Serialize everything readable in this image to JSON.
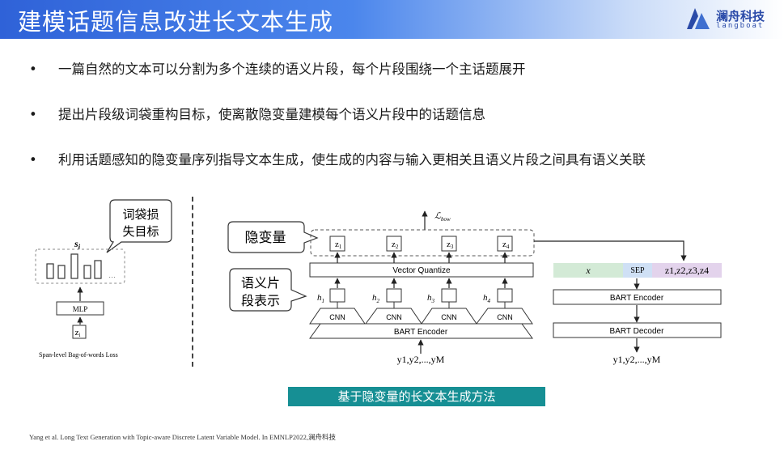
{
  "header": {
    "title": "建模话题信息改进长文本生成",
    "logo_name": "澜舟科技",
    "logo_sub": "langboat"
  },
  "bullets": [
    {
      "marker": "•",
      "text": "一篇自然的文本可以分割为多个连续的语义片段，每个片段围绕一个主话题展开"
    },
    {
      "marker": "•",
      "text": "提出片段级词袋重构目标，使离散隐变量建模每个语义片段中的话题信息"
    },
    {
      "marker": "•",
      "text": "利用话题感知的隐变量序列指导文本生成，使生成的内容与输入更相关且语义片段之间具有语义关联"
    }
  ],
  "left_figure": {
    "callout": "词袋损失目标",
    "s_label": "s",
    "s_sub": "i",
    "mlp": "MLP",
    "z": "z",
    "z_sub": "i",
    "caption": "Span-level Bag-of-words Loss"
  },
  "main_figure": {
    "callout_latent": "隐变量",
    "callout_semantic": "语义片段表示",
    "loss": "ℒ",
    "loss_sub": "bow",
    "z_nodes": [
      "z1",
      "z2",
      "z3",
      "z4"
    ],
    "z_subs": [
      "1",
      "2",
      "3",
      "4"
    ],
    "vq": "Vector Quantize",
    "h_subs": [
      "1",
      "2",
      "3",
      "4"
    ],
    "cnn": "CNN",
    "bart_encoder": "BART Encoder",
    "input_seq": "y1,y2,...,yM"
  },
  "right_figure": {
    "x": "x",
    "sep": "SEP",
    "z_seq": "z1,z2,z3,z4",
    "bart_encoder": "BART Encoder",
    "bart_decoder": "BART Decoder",
    "output_seq": "y1,y2,...,yM"
  },
  "figure_caption": "基于隐变量的长文本生成方法",
  "footnote": "Yang et al. Long Text Generation with Topic-aware Discrete Latent Variable Model. In EMNLP2022,澜舟科技",
  "colors": {
    "header_blue": "#2f62d8",
    "caption_teal": "#168f94",
    "x_green": "#d3ead6",
    "sep_blue": "#cfe0f5",
    "z_purple": "#e3d3ec"
  }
}
